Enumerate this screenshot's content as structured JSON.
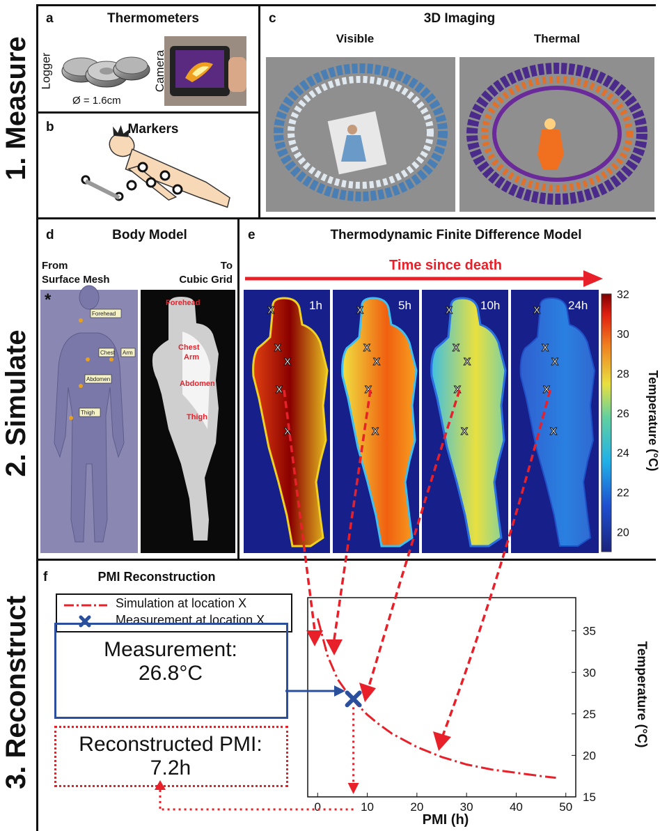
{
  "rows": {
    "measure": "1. Measure",
    "simulate": "2. Simulate",
    "reconstruct": "3. Reconstruct"
  },
  "panel_a": {
    "letter": "a",
    "title": "Thermometers",
    "logger_label": "Logger",
    "diameter_label": "Ø = 1.6cm",
    "camera_label": "Camera"
  },
  "panel_b": {
    "letter": "b",
    "title": "Markers"
  },
  "panel_c": {
    "letter": "c",
    "title": "3D Imaging",
    "visible_label": "Visible",
    "thermal_label": "Thermal"
  },
  "panel_d": {
    "letter": "d",
    "title": "Body Model",
    "from_label_1": "From",
    "from_label_2": "Surface Mesh",
    "to_label_1": "To",
    "to_label_2": "Cubic Grid",
    "asterisk": "*",
    "mesh_tags": [
      "Forehead",
      "Chest",
      "Arm",
      "Abdomen",
      "Thigh"
    ],
    "grid_labels": [
      "Forehead",
      "Chest",
      "Arm",
      "Abdomen",
      "Thigh"
    ]
  },
  "panel_e": {
    "letter": "e",
    "title": "Thermodynamic Finite Difference Model",
    "arrow_label": "Time since death",
    "times": [
      "1h",
      "5h",
      "10h",
      "24h"
    ],
    "marker": "X",
    "colorbar_label": "Temperature (°C)",
    "colorbar_ticks": [
      "32",
      "30",
      "28",
      "26",
      "24",
      "22",
      "20"
    ],
    "colorbar_range": [
      19,
      32
    ]
  },
  "panel_f": {
    "letter": "f",
    "title": "PMI Reconstruction",
    "legend_sim": "Simulation at location X",
    "legend_meas": "Measurement at location X",
    "measurement_line1": "Measurement:",
    "measurement_line2": "26.8°C",
    "pmi_line1": "Reconstructed PMI:",
    "pmi_line2": "7.2h",
    "xlabel": "PMI (h)",
    "ylabel": "Temperature (°C)",
    "xticks": [
      "0",
      "10",
      "20",
      "30",
      "40",
      "50"
    ],
    "yticks": [
      "15",
      "20",
      "25",
      "30",
      "35"
    ]
  },
  "colors": {
    "red": "#e8202a",
    "blue": "#2a4f9c",
    "border": "#111111"
  },
  "chart_data": {
    "type": "line",
    "x_range": [
      -2,
      52
    ],
    "y_range": [
      15,
      39
    ],
    "series": [
      {
        "name": "Simulation at location X",
        "x": [
          0,
          2,
          4,
          6,
          8,
          10,
          12,
          15,
          20,
          25,
          30,
          35,
          40,
          45,
          48
        ],
        "y": [
          36.5,
          32,
          29.2,
          27.5,
          26.1,
          24.9,
          23.9,
          22.6,
          21.0,
          19.8,
          18.9,
          18.3,
          17.9,
          17.5,
          17.3
        ]
      }
    ],
    "measurement": {
      "x": 7.2,
      "y": 26.8
    }
  }
}
